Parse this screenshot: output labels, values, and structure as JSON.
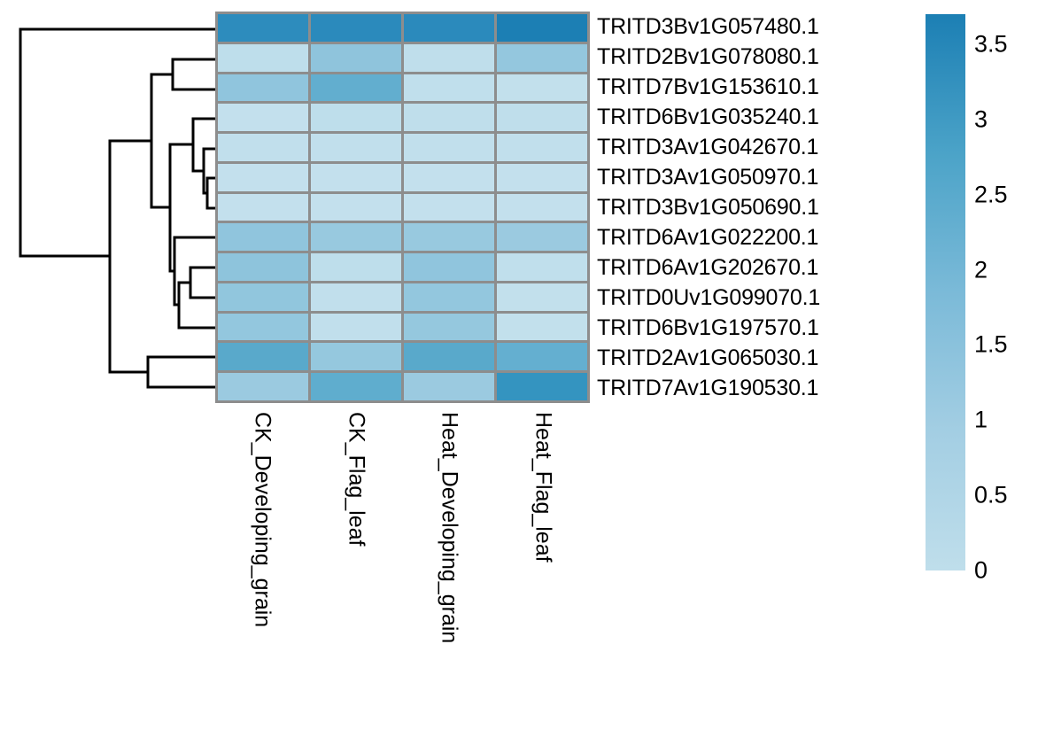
{
  "chart_data": {
    "type": "heatmap",
    "title": "",
    "xlabel": "",
    "ylabel": "",
    "grid": false,
    "legend_position": "right",
    "colormap": "PuBu / Blues (light-blue to dark-blue)",
    "colorbar": {
      "label": "",
      "vmin": 0,
      "vmax": 3.7,
      "ticks": [
        0,
        0.5,
        1,
        1.5,
        2,
        2.5,
        3,
        3.5
      ],
      "tick_labels": [
        "0",
        "0.5",
        "1",
        "1.5",
        "2",
        "2.5",
        "3",
        "3.5"
      ],
      "low_color": "#bfdeeb",
      "high_color": "#1c7fb4"
    },
    "categories": [
      "CK_Developing_grain",
      "CK_Flag_leaf",
      "Heat_Developing_grain",
      "Heat_Flag_leaf"
    ],
    "row_labels": [
      "TRITD3Bv1G057480.1",
      "TRITD2Bv1G078080.1",
      "TRITD7Bv1G153610.1",
      "TRITD6Bv1G035240.1",
      "TRITD3Av1G042670.1",
      "TRITD3Av1G050970.1",
      "TRITD3Bv1G050690.1",
      "TRITD6Av1G022200.1",
      "TRITD6Av1G202670.1",
      "TRITD0Uv1G099070.1",
      "TRITD6Bv1G197570.1",
      "TRITD2Av1G065030.1",
      "TRITD7Av1G190530.1"
    ],
    "values": [
      [
        3.3,
        3.35,
        3.35,
        3.55
      ],
      [
        0.5,
        1.55,
        0.45,
        1.45
      ],
      [
        1.5,
        1.9,
        0.5,
        0.45
      ],
      [
        0.35,
        0.5,
        0.45,
        0.45
      ],
      [
        0.4,
        0.4,
        0.4,
        0.4
      ],
      [
        0.35,
        0.35,
        0.35,
        0.35
      ],
      [
        0.35,
        0.35,
        0.35,
        0.35
      ],
      [
        1.45,
        1.3,
        1.3,
        1.25
      ],
      [
        1.55,
        0.5,
        1.5,
        0.45
      ],
      [
        1.45,
        0.45,
        1.4,
        0.4
      ],
      [
        1.4,
        0.45,
        1.35,
        0.4
      ],
      [
        2.05,
        1.35,
        2.05,
        1.85
      ],
      [
        1.25,
        1.95,
        1.25,
        2.95
      ]
    ],
    "cell_colors": [
      [
        "#2d8cbd",
        "#2b8abc",
        "#2b8abc",
        "#1c7fb4"
      ],
      [
        "#bedeeb",
        "#8fc4dc",
        "#bfdeeb",
        "#94c7de"
      ],
      [
        "#90c5dd",
        "#62aecf",
        "#c0dfec",
        "#c2e0ec"
      ],
      [
        "#c3e0ed",
        "#bedeeb",
        "#bfdeeb",
        "#bfdeeb"
      ],
      [
        "#c1dfec",
        "#c1dfec",
        "#c1dfec",
        "#c1dfec"
      ],
      [
        "#c3e0ed",
        "#c3e0ed",
        "#c3e0ed",
        "#c3e0ed"
      ],
      [
        "#c3e0ed",
        "#c3e0ed",
        "#c3e0ed",
        "#c3e0ed"
      ],
      [
        "#90c5dd",
        "#98c9df",
        "#98c9df",
        "#9bcae0"
      ],
      [
        "#8ec4dc",
        "#bedeeb",
        "#90c5dd",
        "#c0dfec"
      ],
      [
        "#91c6dd",
        "#c1dfec",
        "#93c7de",
        "#c2e0ec"
      ],
      [
        "#93c7de",
        "#c1dfec",
        "#95c8de",
        "#c2e0ec"
      ],
      [
        "#59a9cb",
        "#95c8de",
        "#59a9cb",
        "#64afd0"
      ],
      [
        "#9bcae0",
        "#5fadce",
        "#9bcae0",
        "#3494c0"
      ]
    ],
    "row_dendrogram": {
      "present": true,
      "orientation": "left",
      "line_color": "#000000",
      "description": "hierarchical clustering dendrogram of 13 gene rows"
    },
    "column_dendrogram": {
      "present": false
    }
  },
  "figure": {
    "background": "#ffffff",
    "cell_border_color": "#8d8d8d"
  }
}
